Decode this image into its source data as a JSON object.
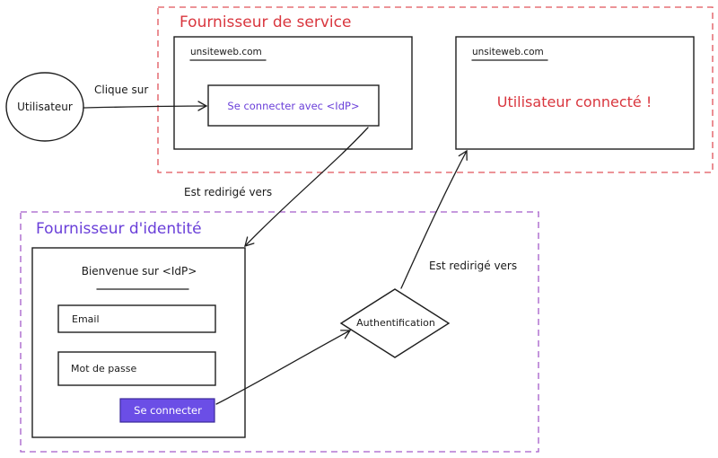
{
  "service_provider": {
    "title": "Fournisseur de service",
    "site_left": {
      "domain": "unsiteweb.com",
      "button_label": "Se connecter avec <IdP>"
    },
    "site_right": {
      "domain": "unsiteweb.com",
      "message": "Utilisateur connecté !"
    }
  },
  "identity_provider": {
    "title": "Fournisseur d'identité",
    "login_form": {
      "welcome": "Bienvenue sur <IdP>",
      "email_label": "Email",
      "password_label": "Mot de passe",
      "submit_label": "Se connecter"
    }
  },
  "user": {
    "label": "Utilisateur"
  },
  "auth_step": {
    "label": "Authentification"
  },
  "edges": {
    "user_click": "Clique sur",
    "redirect_to_idp": "Est redirigé vers",
    "redirect_to_sp": "Est redirigé vers"
  },
  "colors": {
    "sp_accent": "#d9363e",
    "idp_accent": "#6a3fd9",
    "button_fill": "#6b4ee6"
  }
}
